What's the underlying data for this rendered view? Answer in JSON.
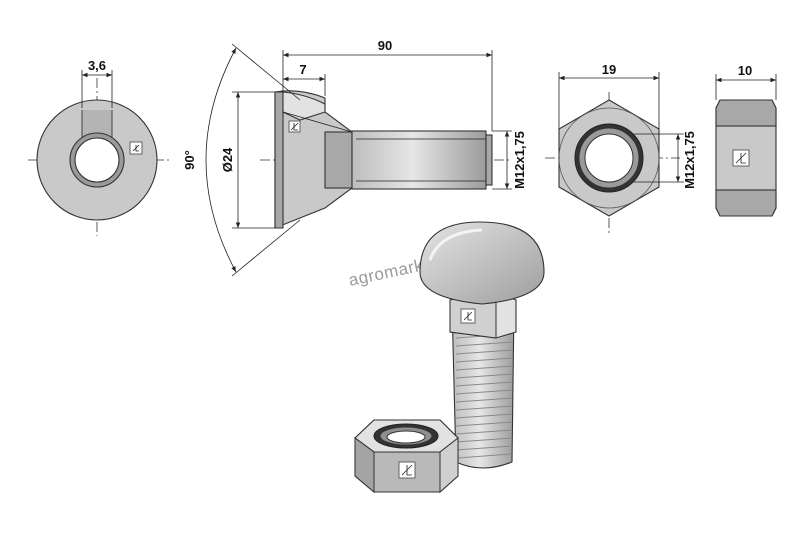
{
  "watermark": "agromark",
  "dimensions": {
    "neck_width": "3,6",
    "bolt_length": "90",
    "head_height": "7",
    "head_diameter": "Ø24",
    "head_angle": "90°",
    "bolt_thread": "M12x1,75",
    "nut_width": "19",
    "nut_thread": "M12x1,75",
    "nut_height": "10"
  },
  "colors": {
    "metal": "#c9c9c9",
    "metal_dark": "#a8a8a8",
    "metal_light": "#e2e2e2"
  },
  "icons": [
    "quality-mark-icon"
  ]
}
